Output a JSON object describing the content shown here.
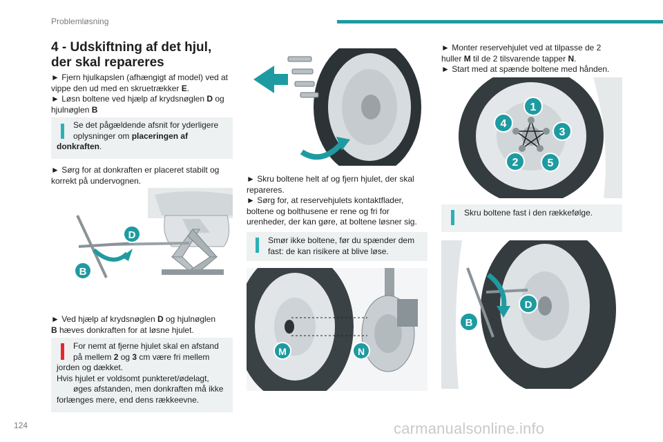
{
  "header": {
    "title": "Problemløsning"
  },
  "section": {
    "title_line1": "4 - Udskiftning af det hjul,",
    "title_line2": "der skal repareres"
  },
  "col1": {
    "step1_a": "► Fjern hjulkapslen (afhængigt af model) ved at",
    "step1_b": "vippe den ud med en skruetrækker ",
    "step1_b_bold": "E",
    "step1_b_end": ".",
    "step2_a": "► Løsn boltene ved hjælp af krydsnøglen ",
    "step2_a_bold": "D",
    "step2_a_end": " og",
    "step2_b": "hjulnøglen ",
    "step2_b_bold": "B",
    "info1_a": "Se det pågældende afsnit for yderligere",
    "info1_b": "oplysninger om ",
    "info1_b_bold": "placeringen af",
    "info1_c_bold": "donkraften",
    "info1_c_end": ".",
    "step3_a": "► Sørg for at donkraften er placeret stabilt og",
    "step3_b": "korrekt på undervognen.",
    "fig1_label_d": "D",
    "fig1_label_b": "B",
    "step4_a": "► Ved hjælp af krydsnøglen ",
    "step4_a_bold": "D",
    "step4_a_end": " og hjulnøglen",
    "step4_b_bold": "B",
    "step4_b": " hæves donkraften for at løsne hjulet.",
    "warn_a": "For nemt at fjerne hjulet skal en afstand",
    "warn_b1": "på mellem ",
    "warn_b_bold1": "2",
    "warn_b2": " og ",
    "warn_b_bold2": "3",
    "warn_b3": " cm være fri mellem",
    "warn_c": "jorden og dækket.",
    "warn_d": "Hvis hjulet er voldsomt punkteret/ødelagt,",
    "warn_e": "øges afstanden, men donkraften må ikke",
    "warn_f": "forlænges mere, end dens rækkeevne."
  },
  "col2": {
    "step5_a": "► Skru boltene helt af og fjern hjulet, der skal",
    "step5_b": "repareres.",
    "step6_a": "► Sørg for, at reservehjulets kontaktflader,",
    "step6_b": "boltene og bolthusene er rene og fri for",
    "step6_c": "urenheder, der kan gøre, at boltene løsner sig.",
    "info2_a": "Smør ikke boltene, før du spænder dem",
    "info2_b": "fast: de kan risikere at blive løse.",
    "fig_m": "M",
    "fig_n": "N"
  },
  "col3": {
    "step7_a": "► Monter reservehjulet ved at tilpasse de 2",
    "step7_b1": "huller ",
    "step7_b_bold1": "M",
    "step7_b2": " til de 2 tilsvarende tapper ",
    "step7_b_bold2": "N",
    "step7_b3": ".",
    "step8": "► Start med at spænde boltene med hånden.",
    "order": [
      "1",
      "2",
      "3",
      "4",
      "5"
    ],
    "info3": "Skru boltene fast i den rækkefølge.",
    "fig_d": "D",
    "fig_b": "B"
  },
  "footer": {
    "page_number": "124",
    "watermark": "carmanualsonline.info"
  },
  "colors": {
    "accent": "#1e9ba0",
    "info": "#2bb0b5",
    "warning": "#e3282e",
    "box": "#eef1f2"
  }
}
